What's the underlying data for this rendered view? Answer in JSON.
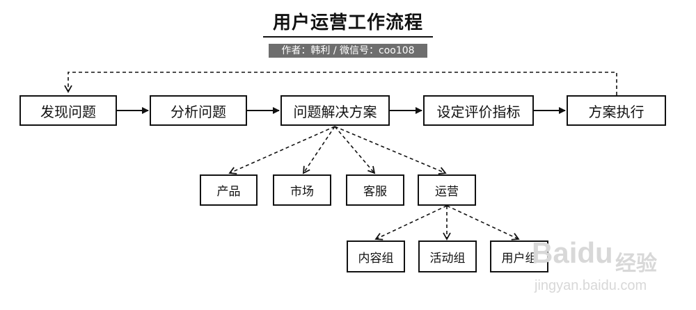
{
  "header": {
    "title": "用户运营工作流程",
    "author": "作者：韩利 / 微信号：coo108"
  },
  "flow": {
    "steps": [
      "发现问题",
      "分析问题",
      "问题解决方案",
      "设定评价指标",
      "方案执行"
    ],
    "solution_branches": [
      "产品",
      "市场",
      "客服",
      "运营"
    ],
    "operation_branches": [
      "内容组",
      "活动组",
      "用户组"
    ]
  },
  "watermark": {
    "logo": "Baidu",
    "label": "经验",
    "url": "jingyan.baidu.com"
  }
}
